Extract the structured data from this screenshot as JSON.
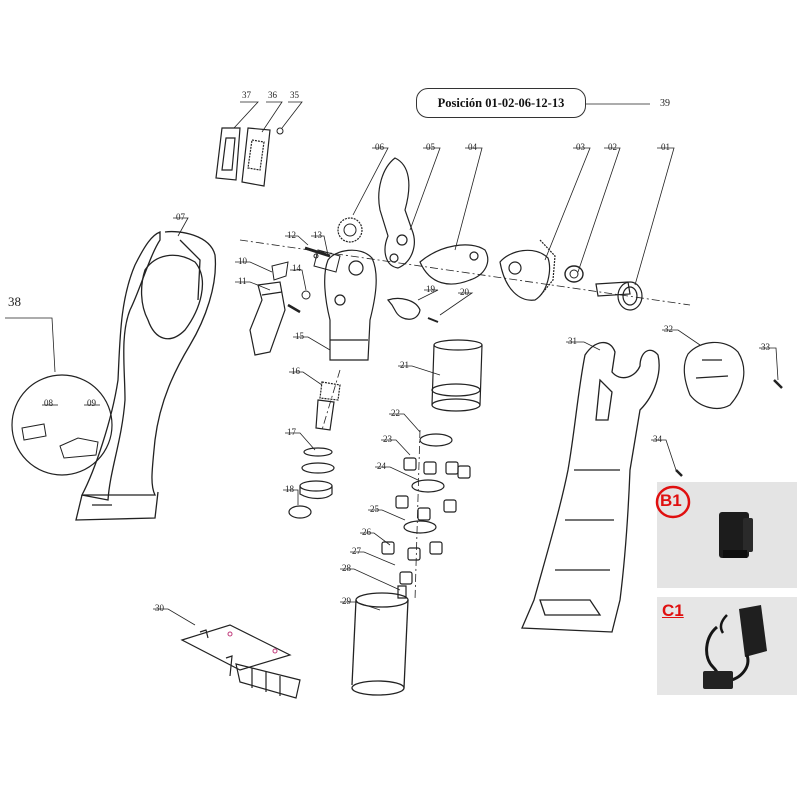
{
  "position_box": {
    "text": "Posición 01-02-06-12-13"
  },
  "callouts": [
    {
      "id": "c01",
      "text": "01"
    },
    {
      "id": "c02",
      "text": "02"
    },
    {
      "id": "c03",
      "text": "03"
    },
    {
      "id": "c04",
      "text": "04"
    },
    {
      "id": "c05",
      "text": "05"
    },
    {
      "id": "c06",
      "text": "06"
    },
    {
      "id": "c07",
      "text": "07"
    },
    {
      "id": "c08",
      "text": "08"
    },
    {
      "id": "c09",
      "text": "09"
    },
    {
      "id": "c10",
      "text": "10"
    },
    {
      "id": "c11",
      "text": "11"
    },
    {
      "id": "c12",
      "text": "12"
    },
    {
      "id": "c13",
      "text": "13"
    },
    {
      "id": "c14",
      "text": "14"
    },
    {
      "id": "c15",
      "text": "15"
    },
    {
      "id": "c16",
      "text": "16"
    },
    {
      "id": "c17",
      "text": "17"
    },
    {
      "id": "c18",
      "text": "18"
    },
    {
      "id": "c19",
      "text": "19"
    },
    {
      "id": "c20",
      "text": "20"
    },
    {
      "id": "c21",
      "text": "21"
    },
    {
      "id": "c22",
      "text": "22"
    },
    {
      "id": "c23",
      "text": "23"
    },
    {
      "id": "c24",
      "text": "24"
    },
    {
      "id": "c25",
      "text": "25"
    },
    {
      "id": "c26",
      "text": "26"
    },
    {
      "id": "c27",
      "text": "27"
    },
    {
      "id": "c28",
      "text": "28"
    },
    {
      "id": "c29",
      "text": "29"
    },
    {
      "id": "c30",
      "text": "30"
    },
    {
      "id": "c31",
      "text": "31"
    },
    {
      "id": "c32",
      "text": "32"
    },
    {
      "id": "c33",
      "text": "33"
    },
    {
      "id": "c34",
      "text": "34"
    },
    {
      "id": "c35",
      "text": "35"
    },
    {
      "id": "c36",
      "text": "36"
    },
    {
      "id": "c37",
      "text": "37"
    },
    {
      "id": "c38",
      "text": "38"
    },
    {
      "id": "c39",
      "text": "39"
    }
  ],
  "photos": {
    "b1": {
      "label": "B1",
      "label_color": "#e01010"
    },
    "c1": {
      "label": "C1",
      "label_color": "#e01010"
    }
  }
}
